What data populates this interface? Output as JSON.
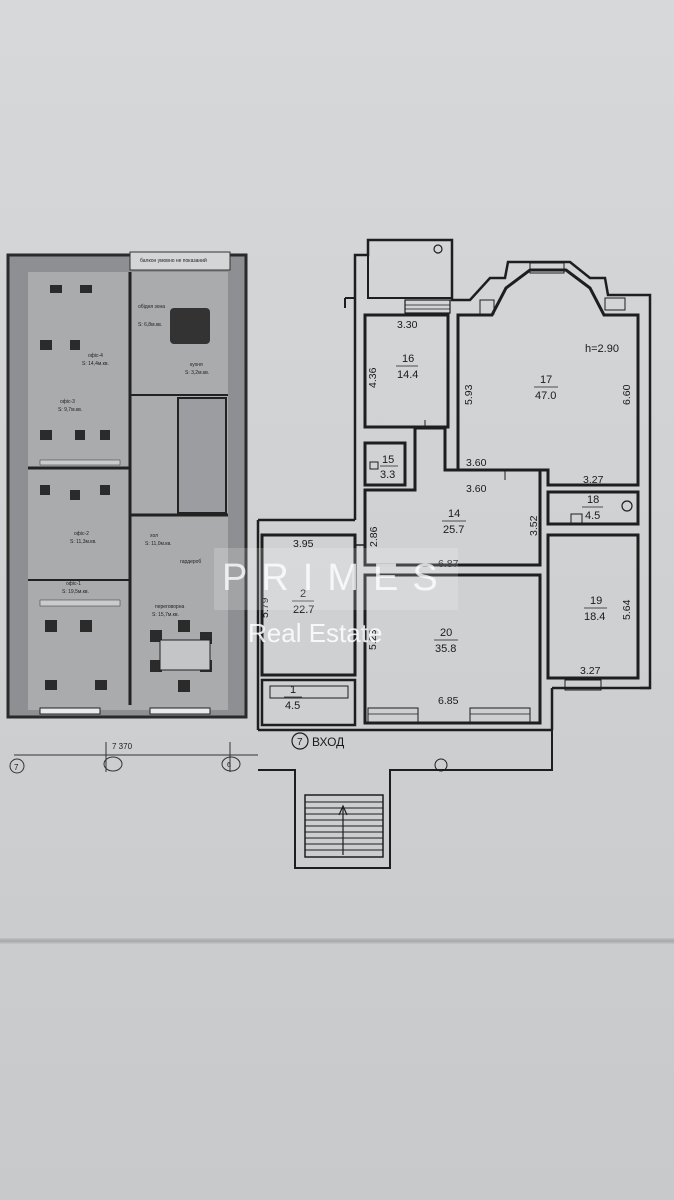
{
  "plan": {
    "ceiling_height": "h=2.90",
    "entrance_axis": "7",
    "entrance_label": "ВХОД",
    "rooms": [
      {
        "id": "r1",
        "number": "1",
        "area": "4.5"
      },
      {
        "id": "r2",
        "number": "2",
        "area": "22.7"
      },
      {
        "id": "r14",
        "number": "14",
        "area": "25.7"
      },
      {
        "id": "r15",
        "number": "15",
        "area": "3.3"
      },
      {
        "id": "r16",
        "number": "16",
        "area": "14.4"
      },
      {
        "id": "r17",
        "number": "17",
        "area": "47.0"
      },
      {
        "id": "r18",
        "number": "18",
        "area": "4.5"
      },
      {
        "id": "r19",
        "number": "19",
        "area": "18.4"
      },
      {
        "id": "r20",
        "number": "20",
        "area": "35.8"
      }
    ],
    "dimensions": {
      "d330": "3.30",
      "d436": "4.36",
      "d593": "5.93",
      "d660": "6.60",
      "d360a": "3.60",
      "d360b": "3.60",
      "d327a": "3.27",
      "d327b": "3.27",
      "d395": "3.95",
      "d286": "2.86",
      "d352": "3.52",
      "d687": "6.87",
      "d685": "6.85",
      "d579": "5.79",
      "d523": "5.23",
      "d564": "5.64"
    }
  },
  "left_plan": {
    "axis_left": "7",
    "axis_right": "6",
    "overall_dim": "7 370",
    "top_note": "балкон умовно не показаний",
    "labels": [
      "офіс-4",
      "S: 14,4м.кв.",
      "офіс-3",
      "S: 9,7м.кв.",
      "офіс-2",
      "S: 11,3м.кв.",
      "офіс-1",
      "S: 19,5м.кв.",
      "обідня зона",
      "S: 6,8м.кв.",
      "кухня",
      "S: 3,2м.кв.",
      "гардероб",
      "переговорна",
      "S: 15,7м.кв.",
      "хол",
      "S: 11,0м.кв."
    ]
  },
  "watermark": {
    "line1": "PRIMES",
    "line2": "Real Estate"
  }
}
